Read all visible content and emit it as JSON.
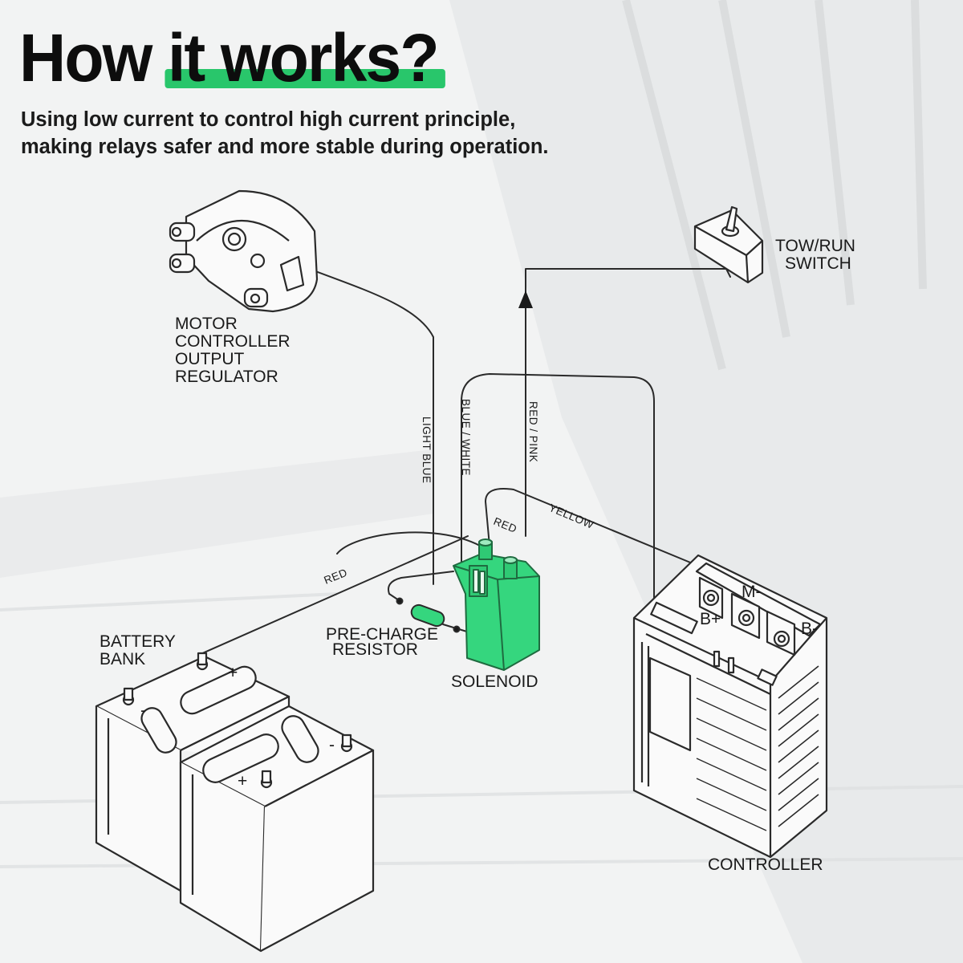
{
  "header": {
    "title_part1": "How",
    "title_part2": "it works?",
    "subtitle_line1": "Using low current to control high current principle,",
    "subtitle_line2": "making relays safer and more stable during operation."
  },
  "diagram": {
    "components": {
      "regulator": [
        "MOTOR",
        "CONTROLLER",
        "OUTPUT",
        "REGULATOR"
      ],
      "switch": [
        "TOW/RUN",
        "SWITCH"
      ],
      "battery": [
        "BATTERY",
        "BANK"
      ],
      "resistor": [
        "PRE-CHARGE",
        "RESISTOR"
      ],
      "solenoid": "SOLENOID",
      "controller": "CONTROLLER"
    },
    "wires": {
      "light_blue": "LIGHT BLUE",
      "blue_white": "BLUE / WHITE",
      "red_pink": "RED / PINK",
      "yellow": "YELLOW",
      "red_top": "RED",
      "red_left": "RED"
    },
    "terminals": {
      "b_plus": "B+",
      "m_minus": "M-",
      "b_minus": "B-",
      "plus_sign": "+",
      "minus_sign": "-"
    },
    "colors": {
      "accent_green": "#29c66b",
      "solenoid_green": "#35d67e",
      "line": "#2a2a2a"
    }
  }
}
